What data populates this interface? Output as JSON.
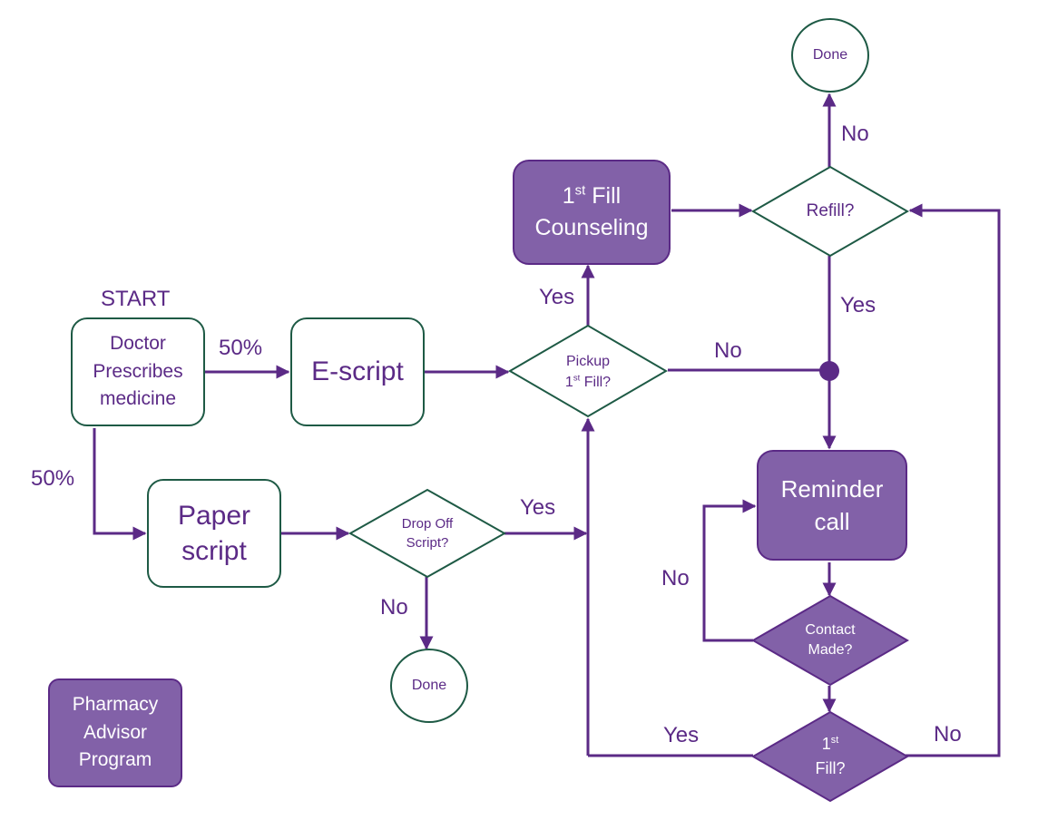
{
  "colors": {
    "purple_line": "#5b2a86",
    "purple_fill": "#8261a8",
    "green_border": "#1e5a45",
    "text": "#5b2a86"
  },
  "start_label": "START",
  "nodes": {
    "doctor": {
      "line1": "Doctor",
      "line2": "Prescribes",
      "line3": "medicine"
    },
    "escript": {
      "label": "E-script"
    },
    "paper": {
      "line1": "Paper",
      "line2": "script"
    },
    "dropoff": {
      "line1": "Drop Off",
      "line2": "Script?"
    },
    "done_bottom": {
      "label": "Done"
    },
    "pickup": {
      "line1": "Pickup",
      "line2_num": "1",
      "line2_sup": "st",
      "line2_rest": " Fill?"
    },
    "counseling": {
      "line1_num": "1",
      "line1_sup": "st",
      "line1_rest": " Fill",
      "line2": "Counseling"
    },
    "refill": {
      "label": "Refill?"
    },
    "done_top": {
      "label": "Done"
    },
    "reminder": {
      "line1": "Reminder",
      "line2": "call"
    },
    "contact": {
      "line1": "Contact",
      "line2": "Made?"
    },
    "first_fill": {
      "line1_num": "1",
      "line1_sup": "st",
      "line2": "Fill?"
    },
    "legend": {
      "line1": "Pharmacy",
      "line2": "Advisor",
      "line3": "Program"
    }
  },
  "edge_labels": {
    "doctor_to_escript": "50%",
    "doctor_to_paper": "50%",
    "dropoff_yes": "Yes",
    "dropoff_no": "No",
    "pickup_yes": "Yes",
    "pickup_no": "No",
    "refill_no": "No",
    "refill_yes": "Yes",
    "contact_no": "No",
    "firstfill_yes": "Yes",
    "firstfill_no": "No"
  }
}
